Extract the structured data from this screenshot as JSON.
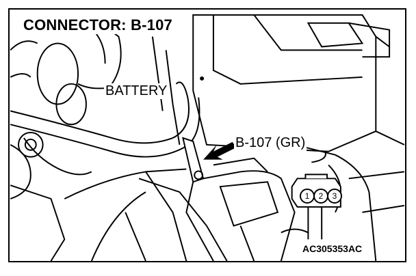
{
  "diagram": {
    "title": "CONNECTOR: B-107",
    "battery_label": "BATTERY",
    "connector_label": "B-107 (GR)",
    "figure_code": "AC305353AC",
    "pins": [
      "1",
      "2",
      "3"
    ]
  }
}
